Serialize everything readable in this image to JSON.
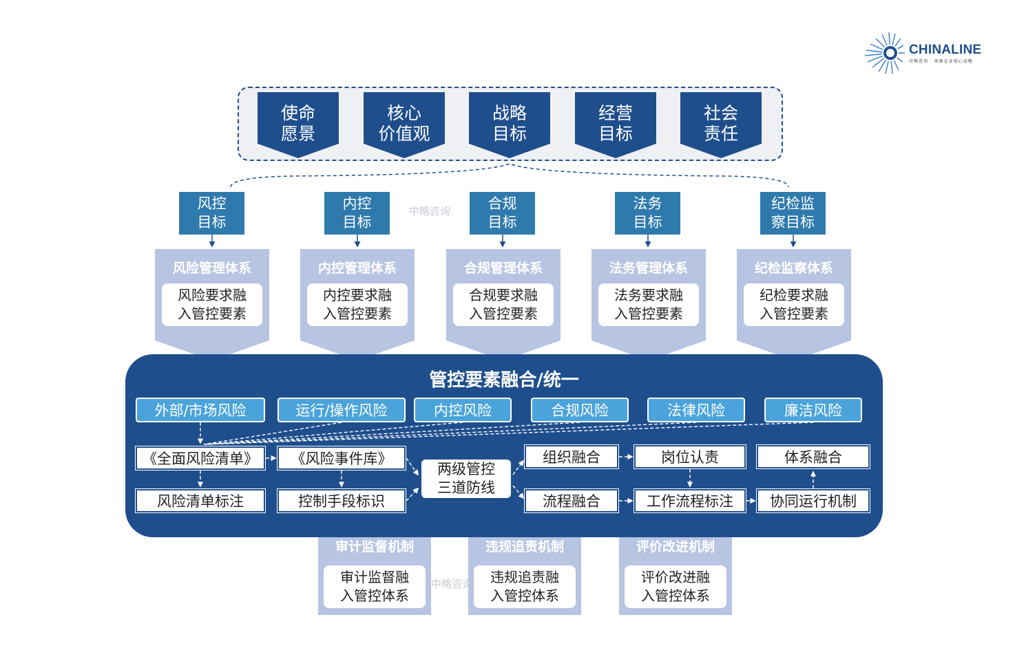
{
  "logo": {
    "brand": "CHINALINE",
    "sub": "中略咨询 · 探索企业核心战略"
  },
  "watermark": "中略咨询",
  "top_items": [
    {
      "line1": "使命",
      "line2": "愿景"
    },
    {
      "line1": "核心",
      "line2": "价值观"
    },
    {
      "line1": "战略",
      "line2": "目标"
    },
    {
      "line1": "经营",
      "line2": "目标"
    },
    {
      "line1": "社会",
      "line2": "责任"
    }
  ],
  "goals": [
    {
      "line1": "风控",
      "line2": "目标"
    },
    {
      "line1": "内控",
      "line2": "目标"
    },
    {
      "line1": "合规",
      "line2": "目标"
    },
    {
      "line1": "法务",
      "line2": "目标"
    },
    {
      "line1": "纪检监",
      "line2": "察目标"
    }
  ],
  "systems": [
    {
      "title": "风险管理体系",
      "line1": "风险要求融",
      "line2": "入管控要素"
    },
    {
      "title": "内控管理体系",
      "line1": "内控要求融",
      "line2": "入管控要素"
    },
    {
      "title": "合规管理体系",
      "line1": "合规要求融",
      "line2": "入管控要素"
    },
    {
      "title": "法务管理体系",
      "line1": "法务要求融",
      "line2": "入管控要素"
    },
    {
      "title": "纪检监察体系",
      "line1": "纪检要求融",
      "line2": "入管控要素"
    }
  ],
  "panel": {
    "title": "管控要素融合/统一",
    "risks": [
      "外部/市场风险",
      "运行/操作风险",
      "内控风险",
      "合规风险",
      "法律风险",
      "廉洁风险"
    ],
    "nodes": {
      "risk_list": "《全面风险清单》",
      "risk_events": "《风险事件库》",
      "risk_mark": "风险清单标注",
      "control_mark": "控制手段标识",
      "two_level_1": "两级管控",
      "two_level_2": "三道防线",
      "org": "组织融合",
      "post": "岗位认责",
      "system": "体系融合",
      "process": "流程融合",
      "workflow": "工作流程标注",
      "coop": "协同运行机制"
    }
  },
  "mechanisms": [
    {
      "title": "审计监督机制",
      "line1": "审计监督融",
      "line2": "入管控体系"
    },
    {
      "title": "违规追责机制",
      "line1": "违规追责融",
      "line2": "入管控体系"
    },
    {
      "title": "评价改进机制",
      "line1": "评价改进融",
      "line2": "入管控体系"
    }
  ],
  "colors": {
    "dark_blue": "#1f4e8c",
    "mid_blue": "#2f7aad",
    "light_blue": "#4aa3db",
    "lavender": "#b7c4e2"
  }
}
